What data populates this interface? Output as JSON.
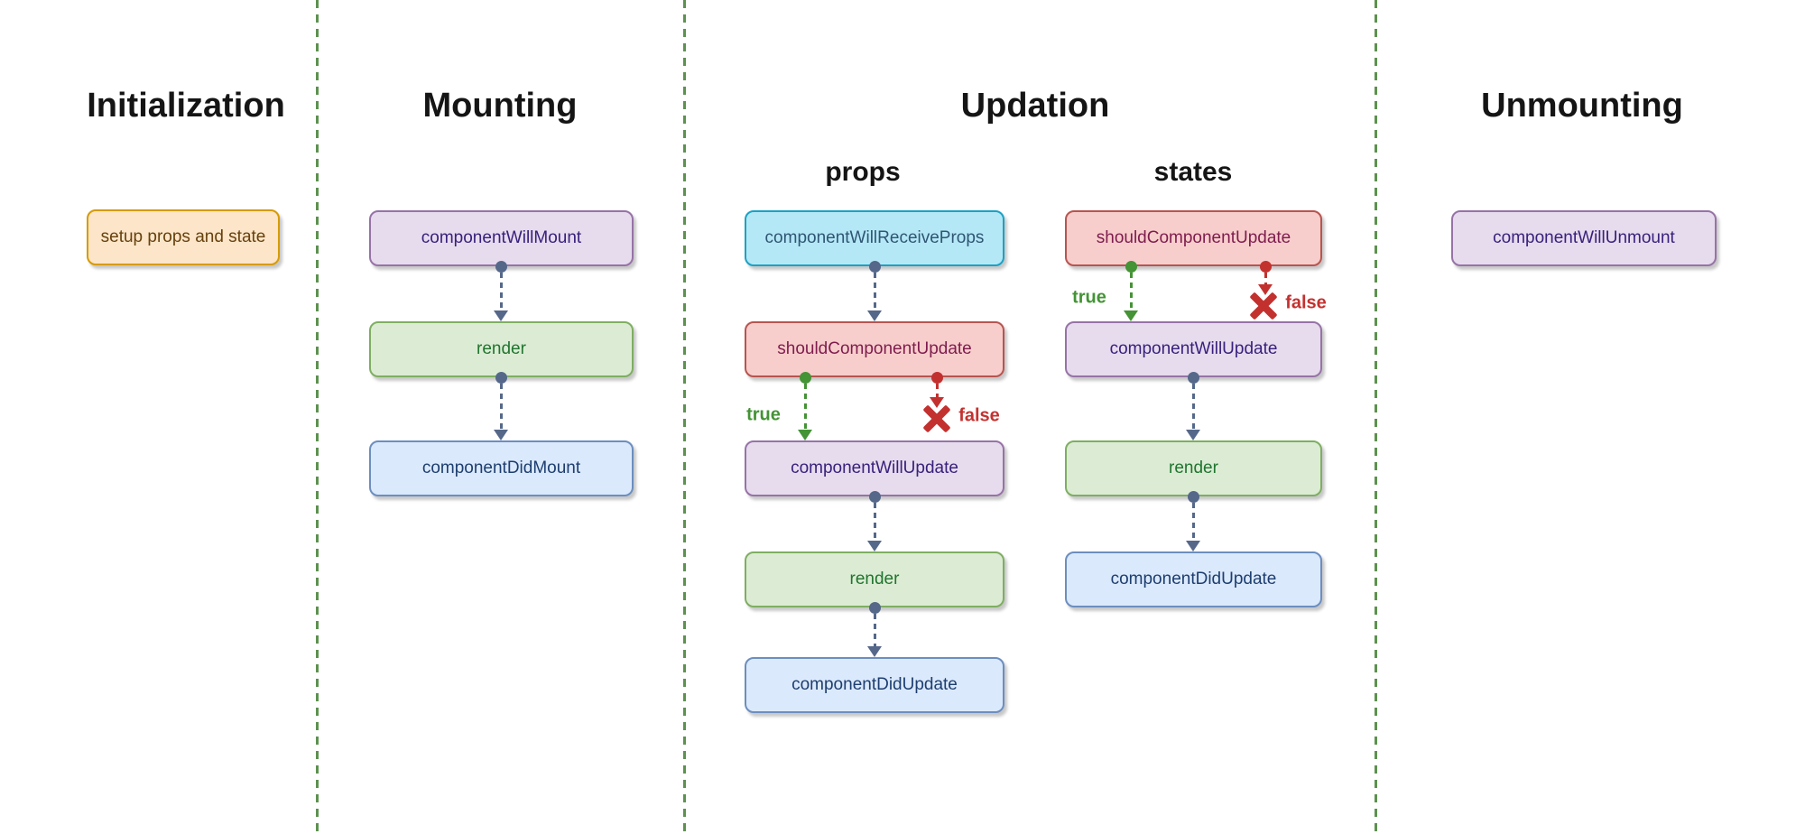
{
  "sections": [
    {
      "title": "Initialization"
    },
    {
      "title": "Mounting"
    },
    {
      "title": "Updation",
      "columns": [
        "props",
        "states"
      ]
    },
    {
      "title": "Unmounting"
    }
  ],
  "nodes": {
    "initialization": [
      {
        "label": "setup props and state",
        "variant": "orange"
      }
    ],
    "mounting": [
      {
        "label": "componentWillMount",
        "variant": "purple"
      },
      {
        "label": "render",
        "variant": "green"
      },
      {
        "label": "componentDidMount",
        "variant": "blue"
      }
    ],
    "updation_props": [
      {
        "label": "componentWillReceiveProps",
        "variant": "cyan"
      },
      {
        "label": "shouldComponentUpdate",
        "variant": "red"
      },
      {
        "label": "componentWillUpdate",
        "variant": "purple"
      },
      {
        "label": "render",
        "variant": "green"
      },
      {
        "label": "componentDidUpdate",
        "variant": "blue"
      }
    ],
    "updation_states": [
      {
        "label": "shouldComponentUpdate",
        "variant": "red"
      },
      {
        "label": "componentWillUpdate",
        "variant": "purple"
      },
      {
        "label": "render",
        "variant": "green"
      },
      {
        "label": "componentDidUpdate",
        "variant": "blue"
      }
    ],
    "unmounting": [
      {
        "label": "componentWillUnmount",
        "variant": "purple"
      }
    ]
  },
  "branch_labels": {
    "true": "true",
    "false": "false"
  },
  "palette": {
    "divider_green": "#5d9150",
    "arrow_slate": "#55688a",
    "true_green": "#449335",
    "false_red": "#c3312f",
    "node_orange_fill": "#fce5c8",
    "node_orange_border": "#d79b00",
    "node_orange_text": "#67410e",
    "node_purple_fill": "#e7dbee",
    "node_purple_border": "#9673a6",
    "node_purple_text": "#38217c",
    "node_green_fill": "#dcecd4",
    "node_green_border": "#7fae62",
    "node_green_text": "#20752f",
    "node_blue_fill": "#dbe9fc",
    "node_blue_border": "#6c8ebf",
    "node_blue_text": "#1d3e6f",
    "node_cyan_fill": "#b5e8f7",
    "node_cyan_border": "#1ba2c3",
    "node_cyan_text": "#2f5673",
    "node_red_fill": "#f8cecc",
    "node_red_border": "#b85450",
    "node_red_text": "#7e1c4e"
  }
}
